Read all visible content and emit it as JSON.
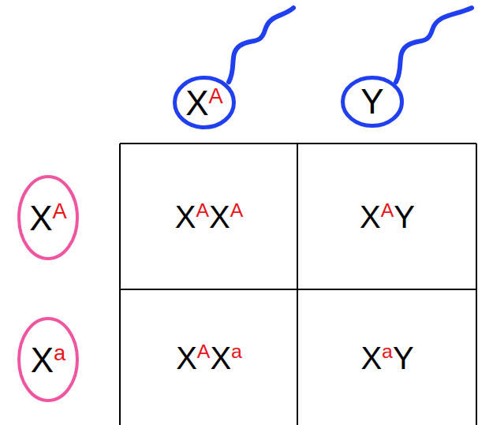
{
  "diagram": {
    "nodes": [
      {
        "text": [
          "X",
          "A"
        ]
      },
      {
        "text": [
          "Y"
        ]
      },
      {
        "text": [
          "X",
          "A"
        ]
      },
      {
        "text": [
          "X",
          "A",
          "X",
          "A"
        ]
      },
      {
        "text": [
          "X",
          "A",
          "Y"
        ]
      },
      {
        "text": [
          "X",
          "a"
        ]
      },
      {
        "text": [
          "X",
          "A",
          "X",
          "a"
        ]
      },
      {
        "text": [
          "X",
          "a",
          "Y"
        ]
      }
    ]
  }
}
